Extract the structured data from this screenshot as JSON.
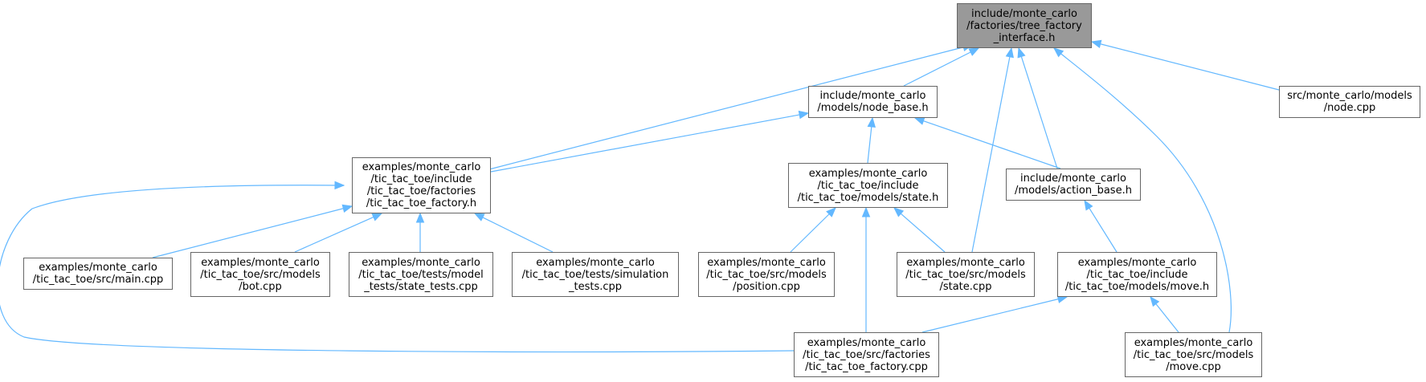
{
  "diagram": {
    "colors": {
      "edge": "#63b8ff",
      "node_border": "#666666",
      "root_fill": "#999999",
      "node_fill": "#ffffff"
    },
    "nodes": {
      "root": {
        "lines": [
          "include/monte_carlo",
          "/factories/tree_factory",
          "_interface.h"
        ]
      },
      "node_base_h": {
        "lines": [
          "include/monte_carlo",
          "/models/node_base.h"
        ]
      },
      "node_cpp": {
        "lines": [
          "src/monte_carlo/models",
          "/node.cpp"
        ]
      },
      "factory_h": {
        "lines": [
          "examples/monte_carlo",
          "/tic_tac_toe/include",
          "/tic_tac_toe/factories",
          "/tic_tac_toe_factory.h"
        ]
      },
      "state_h": {
        "lines": [
          "examples/monte_carlo",
          "/tic_tac_toe/include",
          "/tic_tac_toe/models/state.h"
        ]
      },
      "action_base_h": {
        "lines": [
          "include/monte_carlo",
          "/models/action_base.h"
        ]
      },
      "main_cpp": {
        "lines": [
          "examples/monte_carlo",
          "/tic_tac_toe/src/main.cpp"
        ]
      },
      "bot_cpp": {
        "lines": [
          "examples/monte_carlo",
          "/tic_tac_toe/src/models",
          "/bot.cpp"
        ]
      },
      "state_tests_cpp": {
        "lines": [
          "examples/monte_carlo",
          "/tic_tac_toe/tests/model",
          "_tests/state_tests.cpp"
        ]
      },
      "simulation_tests_cpp": {
        "lines": [
          "examples/monte_carlo",
          "/tic_tac_toe/tests/simulation",
          "_tests.cpp"
        ]
      },
      "position_cpp": {
        "lines": [
          "examples/monte_carlo",
          "/tic_tac_toe/src/models",
          "/position.cpp"
        ]
      },
      "state_cpp": {
        "lines": [
          "examples/monte_carlo",
          "/tic_tac_toe/src/models",
          "/state.cpp"
        ]
      },
      "move_h": {
        "lines": [
          "examples/monte_carlo",
          "/tic_tac_toe/include",
          "/tic_tac_toe/models/move.h"
        ]
      },
      "factory_cpp": {
        "lines": [
          "examples/monte_carlo",
          "/tic_tac_toe/src/factories",
          "/tic_tac_toe_factory.cpp"
        ]
      },
      "move_cpp": {
        "lines": [
          "examples/monte_carlo",
          "/tic_tac_toe/src/models",
          "/move.cpp"
        ]
      }
    },
    "edges": [
      {
        "from": "node_base_h",
        "to": "root"
      },
      {
        "from": "factory_h",
        "to": "root"
      },
      {
        "from": "action_base_h",
        "to": "root"
      },
      {
        "from": "state_cpp",
        "to": "root"
      },
      {
        "from": "move_cpp",
        "to": "root"
      },
      {
        "from": "node_cpp",
        "to": "root"
      },
      {
        "from": "factory_h",
        "to": "node_base_h"
      },
      {
        "from": "state_h",
        "to": "node_base_h"
      },
      {
        "from": "action_base_h",
        "to": "node_base_h"
      },
      {
        "from": "main_cpp",
        "to": "factory_h"
      },
      {
        "from": "bot_cpp",
        "to": "factory_h"
      },
      {
        "from": "state_tests_cpp",
        "to": "factory_h"
      },
      {
        "from": "simulation_tests_cpp",
        "to": "factory_h"
      },
      {
        "from": "factory_cpp",
        "to": "factory_h"
      },
      {
        "from": "position_cpp",
        "to": "state_h"
      },
      {
        "from": "state_cpp",
        "to": "state_h"
      },
      {
        "from": "factory_cpp",
        "to": "state_h"
      },
      {
        "from": "move_h",
        "to": "action_base_h"
      },
      {
        "from": "factory_cpp",
        "to": "move_h"
      },
      {
        "from": "move_cpp",
        "to": "move_h"
      }
    ]
  }
}
